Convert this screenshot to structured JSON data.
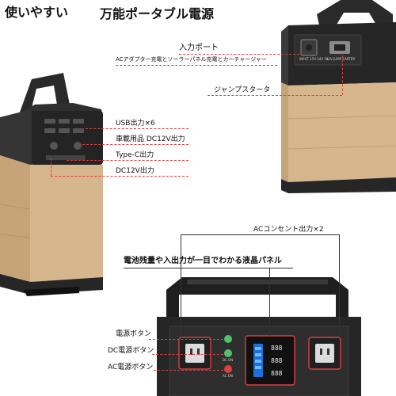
{
  "headline": {
    "left": "使いやすい",
    "title": "万能ポータブル電源"
  },
  "callouts": {
    "input_port": "入力ポート",
    "input_desc": "ACアダプター充電とソーラーパネル充電とカーチャージャー",
    "jump_starter": "ジャンプスタータ",
    "usb_out": "USB出力×6",
    "car_dc12v": "車載用品 DC12V出力",
    "type_c": "Type-C出力",
    "dc12v": "DC12V出力",
    "ac_outlet": "ACコンセント出力×2",
    "lcd_panel": "電池残量や入出力が一目でわかる液晶パネル",
    "power_button": "電源ボタン",
    "dc_button": "DC電源ボタン",
    "ac_button": "AC電源ボタン"
  },
  "device_labels": {
    "dc_on": "DC ON",
    "ac_on": "AC ON",
    "input_label": "INPUT 15V-24V 5A",
    "jump_label": "12V JUMP CARTER"
  },
  "colors": {
    "gold": "#d4b48a",
    "body_dark": "#2b2b2b",
    "accent_red": "#d94040",
    "lcd_blue": "#1e6fd9"
  }
}
